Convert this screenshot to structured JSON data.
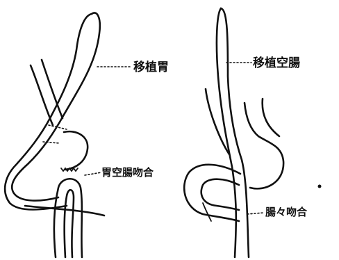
{
  "labels": {
    "left_stomach": "移植胃",
    "left_anastomosis": "胃空腸吻合",
    "right_jejunum": "移植空腸",
    "right_anastomosis": "腸々吻合"
  },
  "colors": {
    "ink": "#111111",
    "background": "#ffffff"
  }
}
